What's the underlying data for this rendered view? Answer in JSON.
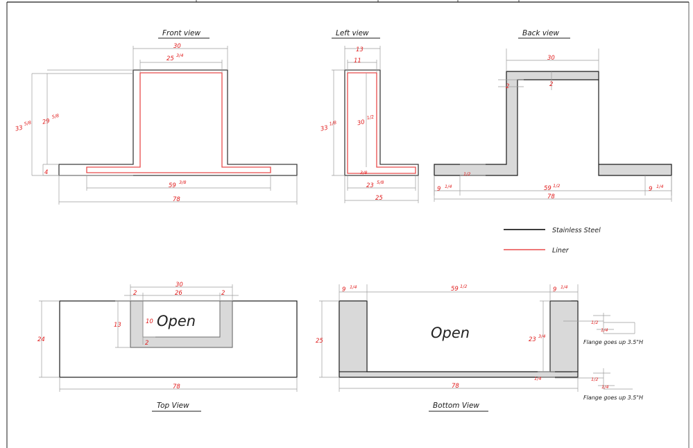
{
  "sheet": {
    "legend": {
      "steel_label": "Stainless Steel",
      "liner_label": "Liner",
      "steel_color": "#3c3c3c",
      "liner_color": "#e84a4a"
    },
    "colors": {
      "dimension_red": "#e01b1b",
      "outline_black": "#1a1a1a",
      "fill_gray": "#d9d9d9",
      "thin_gray": "#9a9a9a"
    },
    "notes": [
      {
        "id": "flange-note-upper",
        "text": "Flange goes up 3.5\"H"
      },
      {
        "id": "flange-note-lower",
        "text": "Flange goes up 3.5\"H"
      }
    ]
  },
  "views": {
    "front": {
      "title": "Front view",
      "dims": {
        "top_outer": "30",
        "top_inner_w": "25",
        "top_inner_f": "3/4",
        "left_outer_w": "33",
        "left_outer_f": "5/8",
        "left_inner_w": "29",
        "left_inner_f": "5/8",
        "base_height": "4",
        "bottom_inner_w": "59",
        "bottom_inner_f": "3/8",
        "bottom_outer": "78"
      }
    },
    "left": {
      "title": "Left view",
      "dims": {
        "top_outer": "13",
        "top_inner": "11",
        "height_w": "33",
        "height_f": "1/8",
        "inner_height_w": "30",
        "inner_height_f": "1/2",
        "base_thk": "3/8",
        "bottom_inner_w": "23",
        "bottom_inner_f": "5/8",
        "bottom_outer": "25"
      }
    },
    "back": {
      "title": "Back view",
      "dims": {
        "top_width": "30",
        "top_thk": "2",
        "side_thk": "2",
        "base_thk": "1/2",
        "left_flange_w": "9",
        "left_flange_f": "1/4",
        "center_w": "59",
        "center_f": "1/2",
        "right_flange_w": "9",
        "right_flange_f": "1/4",
        "overall": "78"
      }
    },
    "top": {
      "title": "Top View",
      "open_label": "Open",
      "dims": {
        "outer_w": "30",
        "inner_w": "26",
        "left_wall": "2",
        "right_wall": "2",
        "depth_outer": "13",
        "depth_inner": "10",
        "bottom_wall": "2",
        "height": "24",
        "overall_w": "78"
      }
    },
    "bottom": {
      "title": "Bottom View",
      "open_label": "Open",
      "dims": {
        "left_flange_w": "9",
        "left_flange_f": "1/4",
        "center_w": "59",
        "center_f": "1/2",
        "right_flange_w": "9",
        "right_flange_f": "1/4",
        "height": "25",
        "inner_h_w": "23",
        "inner_h_f": "3/4",
        "lip": "1/4",
        "overall_w": "78",
        "note_a_w": "1/2",
        "note_a_f": "1/4",
        "note_b_w": "1/2",
        "note_b_f": "1/4"
      }
    }
  }
}
